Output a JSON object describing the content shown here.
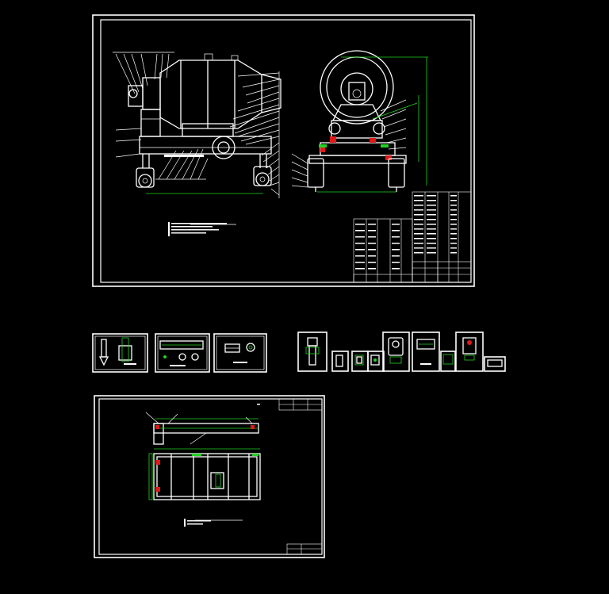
{
  "canvas": {
    "background": "#000000"
  },
  "colors": {
    "line": "#ffffff",
    "dimension": "#22d322",
    "highlight": "#e01818"
  },
  "drawings": {
    "main_assembly": {
      "views": [
        "front-view",
        "side-view"
      ],
      "has_title_block": true,
      "has_parts_list": true
    },
    "part_thumbnails": {
      "group_a_count": 3,
      "group_b_count": 9
    },
    "frame_drawing": {
      "views": [
        "top-view",
        "plan-view"
      ],
      "has_title_block": true
    }
  }
}
